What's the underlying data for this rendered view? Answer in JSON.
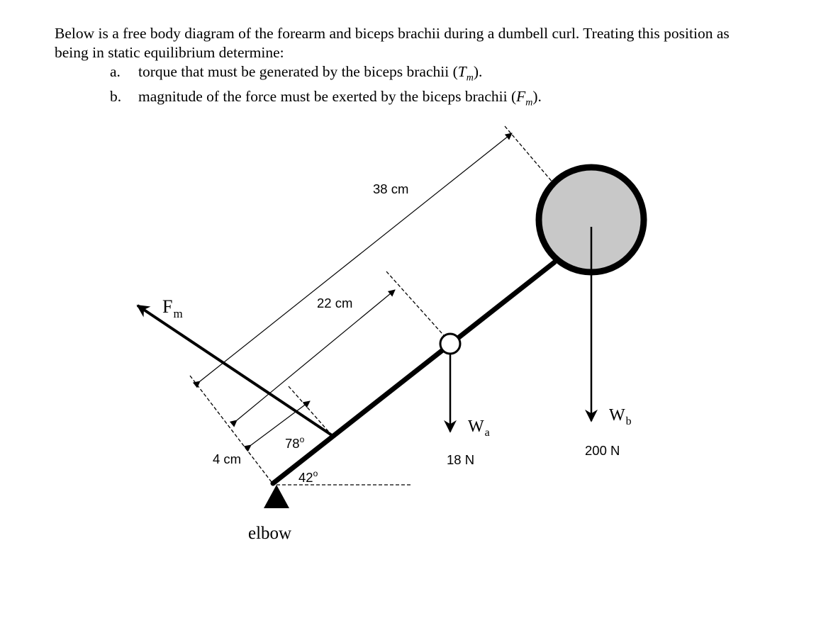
{
  "problem": {
    "intro": "Below is a free body diagram of the forearm and biceps brachii during a dumbell curl.  Treating this position as being in static equilibrium determine:",
    "items": [
      {
        "marker": "a.",
        "text": "torque that must be generated by the biceps brachii (",
        "sym": "T",
        "sub": "m",
        "end": ")."
      },
      {
        "marker": "b.",
        "text": "magnitude of the force must be exerted by the biceps brachii (",
        "sym": "F",
        "sub": "m",
        "end": ")."
      }
    ]
  },
  "diagram": {
    "force_muscle": {
      "letter": "F",
      "sub": "m"
    },
    "weight_arm": {
      "letter": "W",
      "sub": "a",
      "value": "18 N"
    },
    "weight_ball": {
      "letter": "W",
      "sub": "b",
      "value": "200 N"
    },
    "dim_38": "38 cm",
    "dim_22": "22 cm",
    "dim_4": "4 cm",
    "angle_muscle": "78",
    "angle_arm": "42",
    "degree_symbol": "o",
    "joint_label": "elbow",
    "colors": {
      "line": "#000000",
      "ball_fill": "#c8c8c8",
      "background": "#ffffff"
    }
  }
}
